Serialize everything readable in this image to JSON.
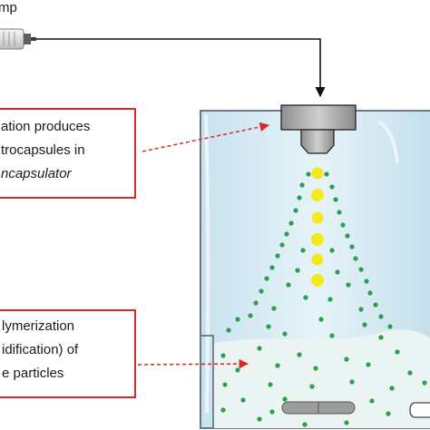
{
  "pump": {
    "label": "mp"
  },
  "callouts": [
    {
      "lines": [
        "ation produces",
        "trocapsules in",
        "ncapsulator"
      ],
      "italic_line": 2
    },
    {
      "lines": [
        "lymerization",
        "idification) of",
        "e particles"
      ]
    }
  ],
  "colors": {
    "callout_border": "#d42a2a",
    "arrow": "#d42a2a",
    "droplet": "#f3ea1e",
    "particle": "#2aa04a",
    "tank_glass": "#d3e9f4",
    "liquid": "#e6f2f1",
    "nozzle": "#a7a7a7"
  }
}
